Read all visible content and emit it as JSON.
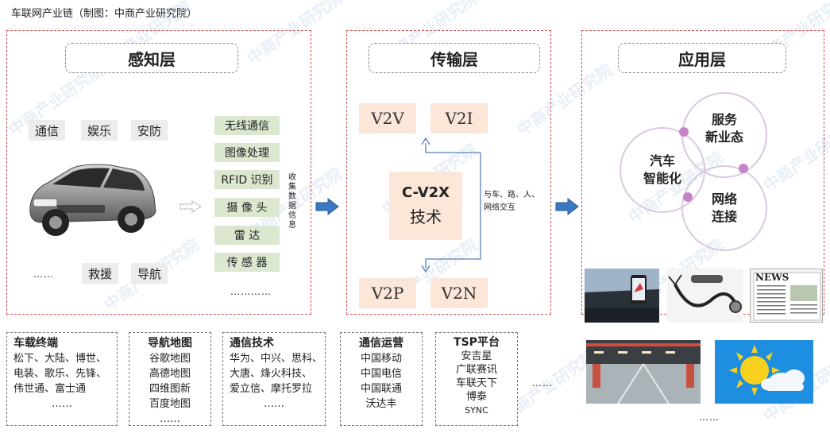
{
  "title": "车联网产业链（制图：中商产业研究院）",
  "watermark": "中商产业研究院",
  "sense": {
    "header": "感知层",
    "tags": [
      "通信",
      "娱乐",
      "安防",
      "救援",
      "导航"
    ],
    "more": "……",
    "tech": [
      "无线通信",
      "图像处理",
      "RFID 识别",
      "摄 像 头",
      "雷 达",
      "传 感 器"
    ],
    "tech_more": "…………",
    "collect": [
      "收",
      "集",
      "数",
      "据",
      "信",
      "息"
    ]
  },
  "trans": {
    "header": "传输层",
    "v2v": "V2V",
    "v2i": "V2I",
    "v2p": "V2P",
    "v2n": "V2N",
    "core_line1": "C-V2X",
    "core_line2": "技术",
    "note_line1": "与车、路、人、",
    "note_line2": "网络交互"
  },
  "app": {
    "header": "应用层",
    "c1_line1": "服务",
    "c1_line2": "新业态",
    "c2_line1": "汽车",
    "c2_line2": "智能化",
    "c3_line1": "网络",
    "c3_line2": "连接",
    "newspaper": "NEWS",
    "more": "……"
  },
  "boxes": [
    {
      "title": "车载终端",
      "lines": [
        "松下、大陆、博世、",
        "电装、歌乐、先锋、",
        "伟世通、富士通"
      ],
      "more": "……"
    },
    {
      "title": "导航地图",
      "lines": [
        "谷歌地图",
        "高德地图",
        "四维图新",
        "百度地图"
      ],
      "more": "……"
    },
    {
      "title": "通信技术",
      "lines": [
        "华为、中兴、思科、",
        "大唐、烽火科技、",
        "爱立信、摩托罗拉"
      ],
      "more": "……"
    },
    {
      "title": "通信运营",
      "lines": [
        "中国移动",
        "中国电信",
        "中国联通",
        "沃达丰"
      ]
    },
    {
      "title": "TSP平台",
      "lines": [
        "安吉星",
        "广联赛讯",
        "车联天下",
        "博泰",
        "SYNC"
      ]
    }
  ],
  "bottom_more": "……",
  "colors": {
    "panel_border": "#d05050",
    "green": "#dbe8cf",
    "peach": "#fbe6d8",
    "arrow": "#3b78c2",
    "circle": "#d9c9e0",
    "dot": "#c783c9"
  }
}
